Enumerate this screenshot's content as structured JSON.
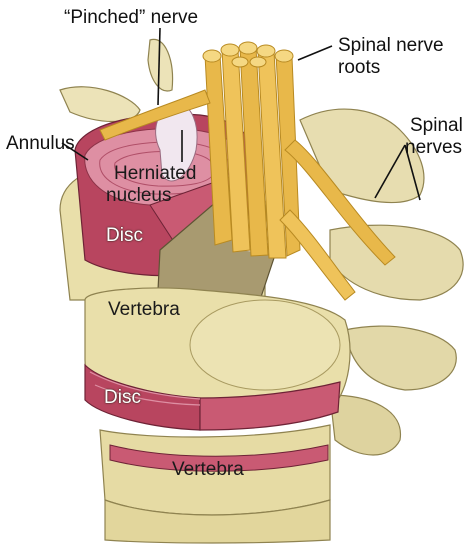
{
  "labels": {
    "pinched_nerve": "“Pinched” nerve",
    "spinal_nerve_roots_line1": "Spinal nerve",
    "spinal_nerve_roots_line2": "roots",
    "spinal_nerves_line1": "Spinal",
    "spinal_nerves_line2": "nerves",
    "annulus": "Annulus",
    "herniated_line1": "Herniated",
    "herniated_line2": "nucleus",
    "disc_upper": "Disc",
    "vertebra_upper": "Vertebra",
    "disc_lower": "Disc",
    "vertebra_lower": "Vertebra"
  },
  "colors": {
    "bone": "#e9dfaa",
    "bone_shadow": "#b8ab6e",
    "disc_red": "#b8455f",
    "disc_pink": "#de8fa3",
    "nerve": "#e8b84a",
    "nerve_dark": "#b88a22",
    "marrow": "#a89a70",
    "nucleus": "#f1e7ef"
  }
}
